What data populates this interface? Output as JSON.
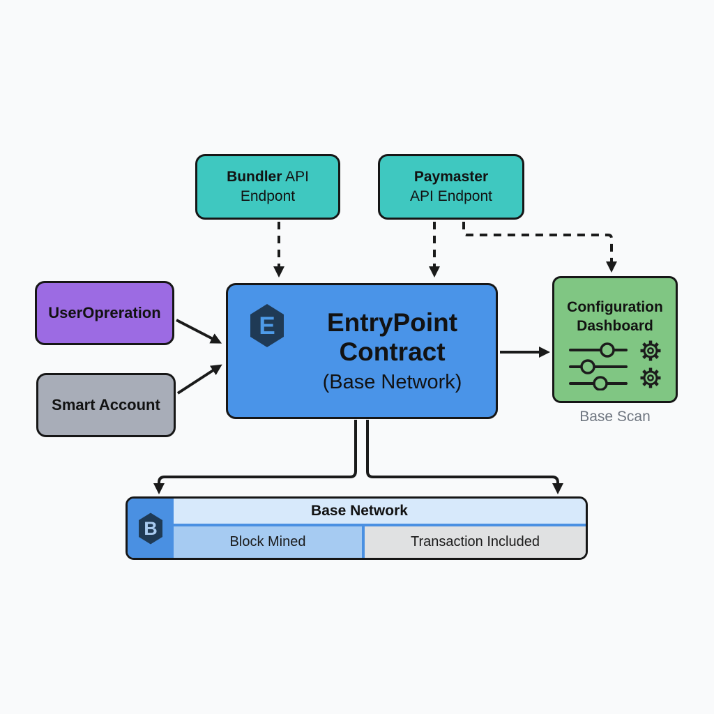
{
  "nodes": {
    "bundler": {
      "line1_bold": "Bundler",
      "line1_rest": " API",
      "line2": "Endpont",
      "fill": "#3fc8c0"
    },
    "paymaster": {
      "line1_bold": "Paymaster",
      "line2": "API Endpont",
      "fill": "#3fc8c0"
    },
    "user_operation": {
      "label": "UserOpreration",
      "fill": "#9c6be3"
    },
    "smart_account": {
      "label": "Smart Account",
      "fill": "#a8adb8"
    },
    "entrypoint": {
      "icon_letter": "E",
      "title_line1": "EntryPoint",
      "title_line2": "Contract",
      "subtitle": "(Base Network)",
      "fill": "#4a94e8",
      "icon_fill": "#1f3a55"
    },
    "dashboard": {
      "title_line1": "Configuration",
      "title_line2": "Dashboard",
      "caption": "Base Scan",
      "fill": "#80c683"
    },
    "base_network": {
      "icon_letter": "B",
      "title": "Base Network",
      "cell_left": "Block Mined",
      "cell_right": "Transaction Included",
      "accent": "#4a90e2",
      "header_fill": "#d7e9fb",
      "cell_left_fill": "#a6cbf2",
      "cell_right_fill": "#e0e1e2",
      "icon_fill": "#1f3a55"
    }
  },
  "colors": {
    "background": "#f9fafb",
    "border": "#161616",
    "arrow": "#1a1a1a",
    "caption_text": "#6f7680"
  }
}
